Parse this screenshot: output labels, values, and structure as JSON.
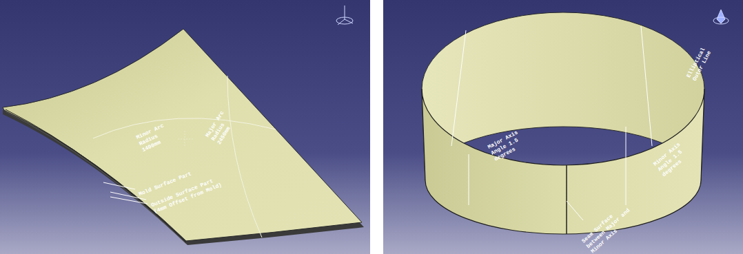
{
  "diagram": {
    "labels": [
      "Minor Arc Radius 1400mm",
      "Major Arc Radius 2450mm",
      "Mold Surface Part",
      "Outside Surface Part (4mm Offset from Mold)",
      "Elliptical Outer Line",
      "Major Axis Angle 1.5 degrees",
      "Minor Axis Angle 1.5 degrees",
      "Seam Surface between Major and Minor Axis"
    ]
  }
}
